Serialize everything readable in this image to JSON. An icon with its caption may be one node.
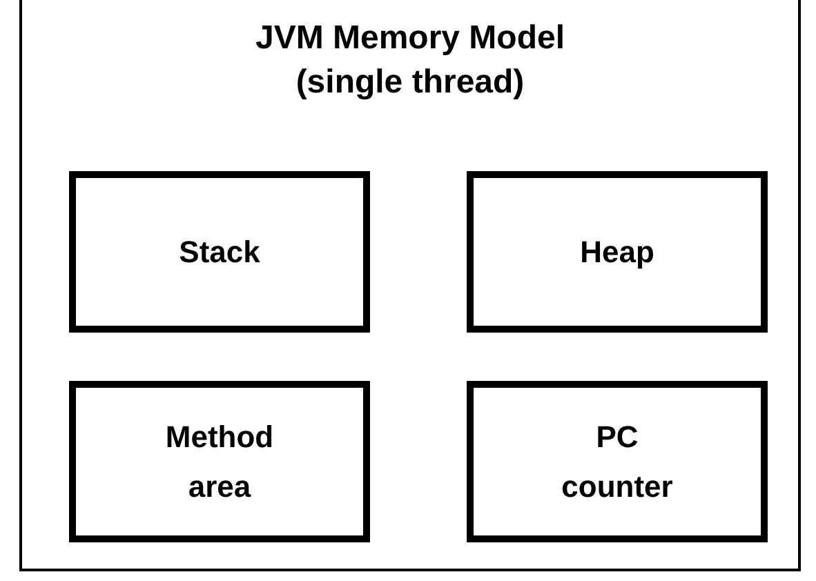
{
  "diagram": {
    "nodes": [
      {
        "text": [
          "JVM Memory Model (single thread)"
        ]
      },
      {
        "text": [
          "Stack"
        ],
        "in": 0
      },
      {
        "text": [
          "Heap"
        ],
        "in": 0
      },
      {
        "text": [
          "Method area"
        ],
        "in": 0
      },
      {
        "text": [
          "PC counter"
        ],
        "in": 0
      }
    ]
  }
}
